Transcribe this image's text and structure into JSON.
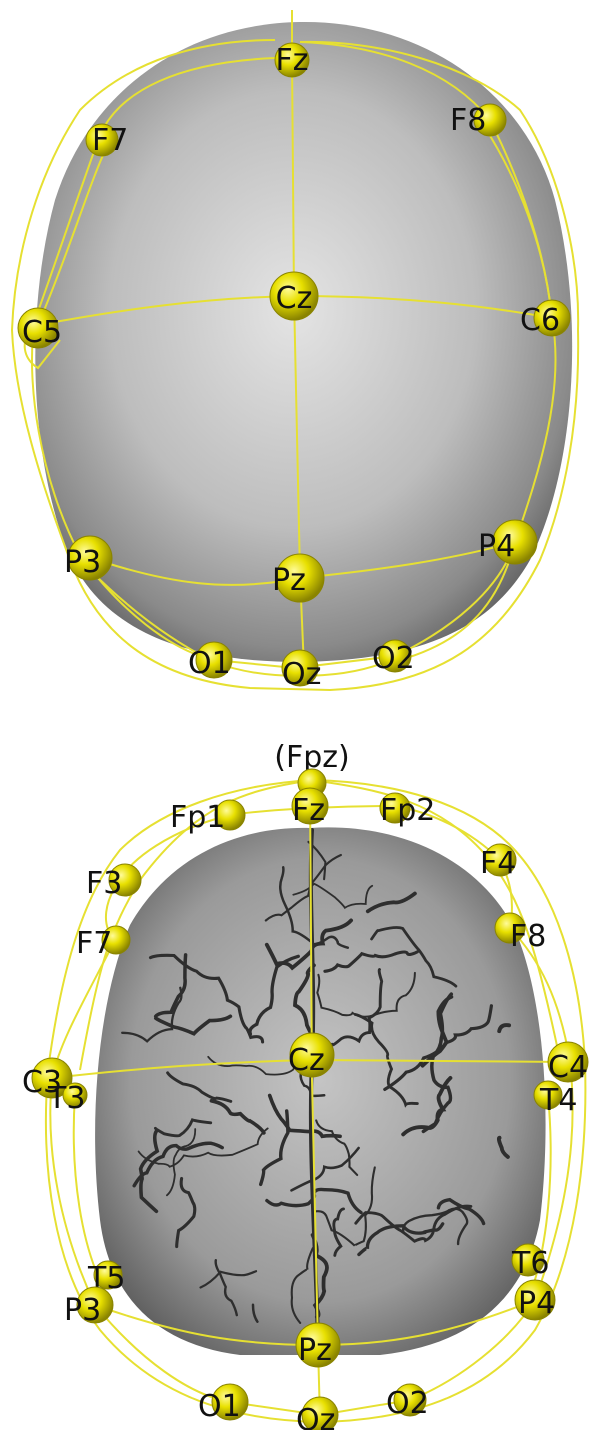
{
  "colors": {
    "wire": "#e6e032",
    "electrode": "#e8e000",
    "electrode_shade": "#8a8400",
    "skull_light": "#e2e2e2",
    "skull_dark": "#5c5c5c",
    "brain_light": "#c9c9c9",
    "brain_dark": "#3a3a3a",
    "text": "#111111"
  },
  "panels": [
    {
      "name": "skull-panel",
      "electrodes": [
        {
          "id": "fz",
          "label": "Fz"
        },
        {
          "id": "f7",
          "label": "F7"
        },
        {
          "id": "f8",
          "label": "F8"
        },
        {
          "id": "cz",
          "label": "Cz"
        },
        {
          "id": "c5",
          "label": "C5"
        },
        {
          "id": "c6",
          "label": "C6"
        },
        {
          "id": "p3",
          "label": "P3"
        },
        {
          "id": "p4",
          "label": "P4"
        },
        {
          "id": "pz",
          "label": "Pz"
        },
        {
          "id": "o1",
          "label": "O1"
        },
        {
          "id": "oz",
          "label": "Oz"
        },
        {
          "id": "o2",
          "label": "O2"
        }
      ]
    },
    {
      "name": "brain-panel",
      "caption": "(Fpz)",
      "electrodes": [
        {
          "id": "fpz",
          "label": ""
        },
        {
          "id": "fp1",
          "label": "Fp1"
        },
        {
          "id": "fz",
          "label": "Fz"
        },
        {
          "id": "fp2",
          "label": "Fp2"
        },
        {
          "id": "f3",
          "label": "F3"
        },
        {
          "id": "f4",
          "label": "F4"
        },
        {
          "id": "f7",
          "label": "F7"
        },
        {
          "id": "f8",
          "label": "F8"
        },
        {
          "id": "cz",
          "label": "Cz"
        },
        {
          "id": "c3",
          "label": "C3"
        },
        {
          "id": "c4",
          "label": "C4"
        },
        {
          "id": "t3",
          "label": "T3"
        },
        {
          "id": "t4",
          "label": "T4"
        },
        {
          "id": "t5",
          "label": "T5"
        },
        {
          "id": "t6",
          "label": "T6"
        },
        {
          "id": "p3",
          "label": "P3"
        },
        {
          "id": "p4",
          "label": "P4"
        },
        {
          "id": "pz",
          "label": "Pz"
        },
        {
          "id": "o1",
          "label": "O1"
        },
        {
          "id": "oz",
          "label": "Oz"
        },
        {
          "id": "o2",
          "label": "O2"
        }
      ]
    }
  ]
}
